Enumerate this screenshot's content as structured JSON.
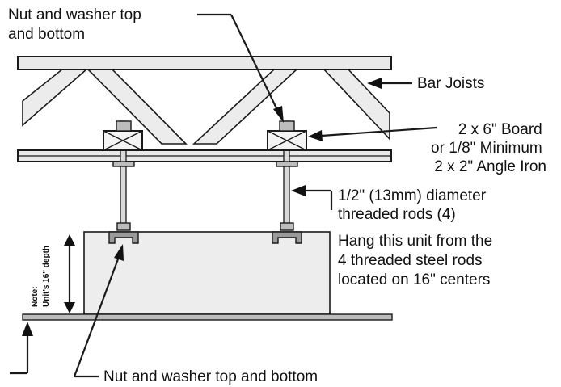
{
  "labels": {
    "top_nut_washer": [
      "Nut and washer top",
      "and bottom"
    ],
    "bar_joists": "Bar Joists",
    "board": [
      "2 x 6\" Board",
      "or 1/8\" Minimum",
      "2 x 2\" Angle Iron"
    ],
    "rods": [
      "1/2\" (13mm) diameter",
      "threaded rods (4)"
    ],
    "hang": [
      "Hang this unit from the",
      "4 threaded steel rods",
      "located on 16\" centers"
    ],
    "note_title": "Note:",
    "note_depth": "Unit's 16\" depth",
    "bottom_nut_washer": "Nut and washer top and bottom"
  }
}
